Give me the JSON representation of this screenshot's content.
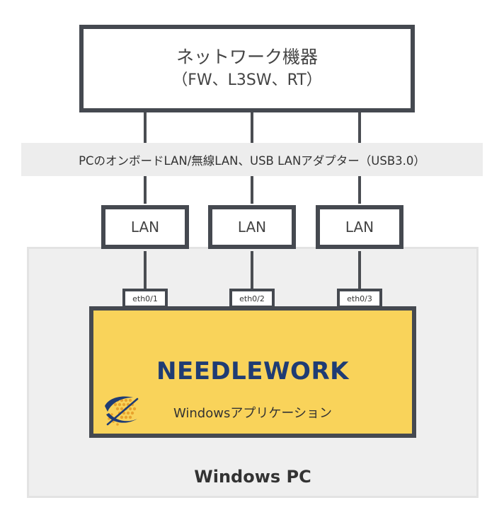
{
  "network_device": {
    "title": "ネットワーク機器",
    "subtitle": "（FW、L3SW、RT）"
  },
  "interface_band": {
    "label": "PCのオンボードLAN/無線LAN、USB LANアダプター（USB3.0）"
  },
  "lan_boxes": [
    {
      "label": "LAN"
    },
    {
      "label": "LAN"
    },
    {
      "label": "LAN"
    }
  ],
  "ports": [
    {
      "label": "eth0/1"
    },
    {
      "label": "eth0/2"
    },
    {
      "label": "eth0/3"
    }
  ],
  "app": {
    "title": "NEEDLEWORK",
    "subtitle": "Windowsアプリケーション",
    "icon": "needlework-logo-icon"
  },
  "pc": {
    "label": "Windows PC"
  },
  "colors": {
    "box_border": "#454950",
    "app_fill": "#f9d35a",
    "app_title": "#1f3c74",
    "band_fill": "#ededed",
    "pc_fill": "#efefef"
  }
}
